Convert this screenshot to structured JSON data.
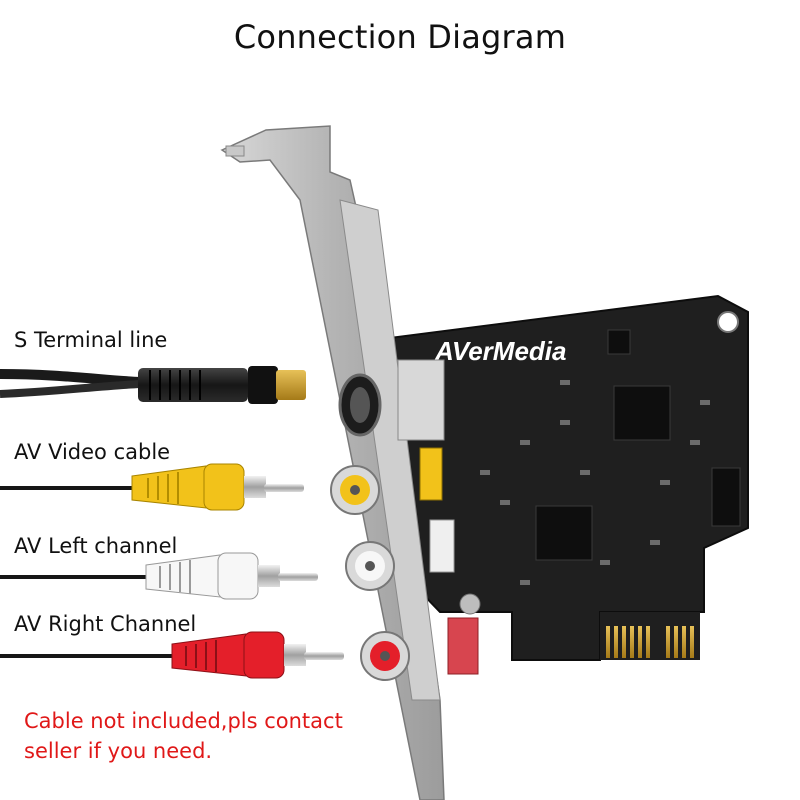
{
  "title": "Connection Diagram",
  "labels": {
    "s_terminal": "S Terminal line",
    "av_video": "AV Video cable",
    "av_left": "AV Left channel",
    "av_right": "AV Right Channel"
  },
  "note": {
    "line1": "Cable not included,pls contact",
    "line2": "seller if you need."
  },
  "board": {
    "brand": "AVerMedia"
  },
  "colors": {
    "note_text": "#e01818",
    "video_plug": "#f2c21a",
    "left_plug": "#f4f4f4",
    "right_plug": "#e41f2a",
    "pcb": "#1e1e1e",
    "bracket": "#b8b8b8",
    "gold_contacts": "#c89a2a"
  },
  "icons": [
    "s-video-plug",
    "rca-plug-yellow",
    "rca-plug-white",
    "rca-plug-red",
    "pci-express-card"
  ]
}
